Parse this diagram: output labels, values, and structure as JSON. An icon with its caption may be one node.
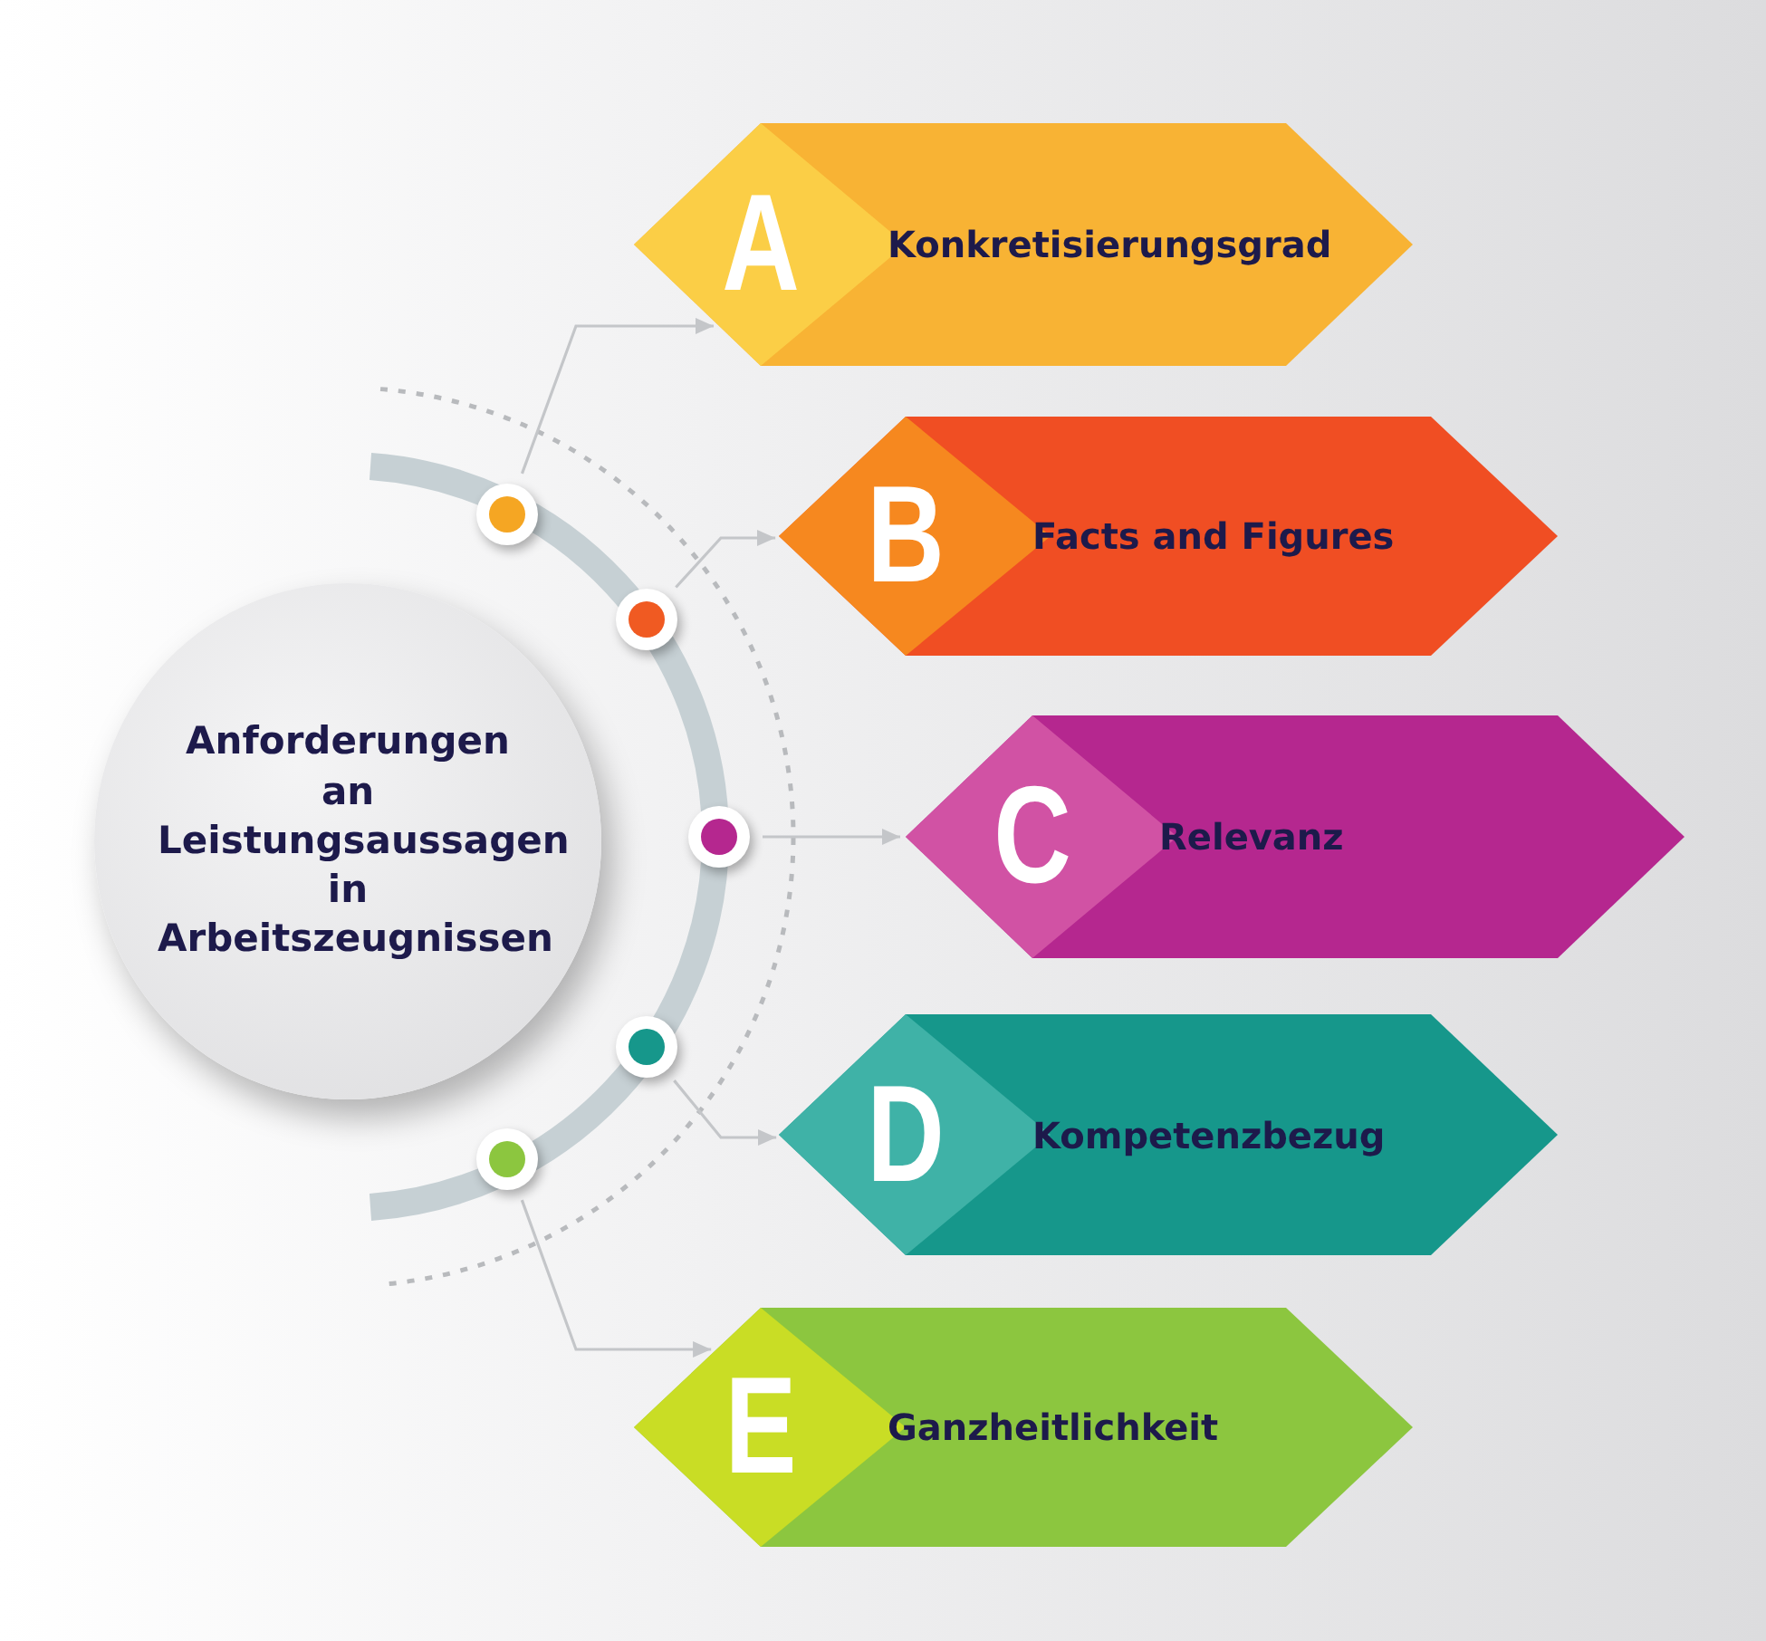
{
  "diagram": {
    "nodes": [
      {
        "text": [
          "Anforderungen an Leistungsaussagen in Arbeitszeugnissen"
        ]
      },
      {
        "text": [],
        "shape": "circle"
      },
      {
        "text": [],
        "shape": "circle"
      },
      {
        "text": [],
        "shape": "circle"
      },
      {
        "text": [],
        "shape": "circle"
      },
      {
        "text": [],
        "shape": "circle"
      },
      {
        "text": [
          "A",
          "Konkretisierungsgrad"
        ]
      },
      {
        "text": [
          "B",
          "Facts and Figures"
        ]
      },
      {
        "text": [
          "C",
          "Relevanz"
        ]
      },
      {
        "text": [
          "D",
          "Kompetenzbezug"
        ]
      },
      {
        "text": [
          "E",
          "Ganzheitlichkeit"
        ]
      }
    ],
    "edges": [
      {
        "from": 1,
        "to": 6,
        "arrow": "to"
      },
      {
        "from": 2,
        "to": 7,
        "arrow": "to"
      },
      {
        "from": 3,
        "to": 8,
        "arrow": "to"
      },
      {
        "from": 4,
        "to": 9,
        "arrow": "to"
      },
      {
        "from": 5,
        "to": 10,
        "arrow": "to"
      }
    ]
  }
}
